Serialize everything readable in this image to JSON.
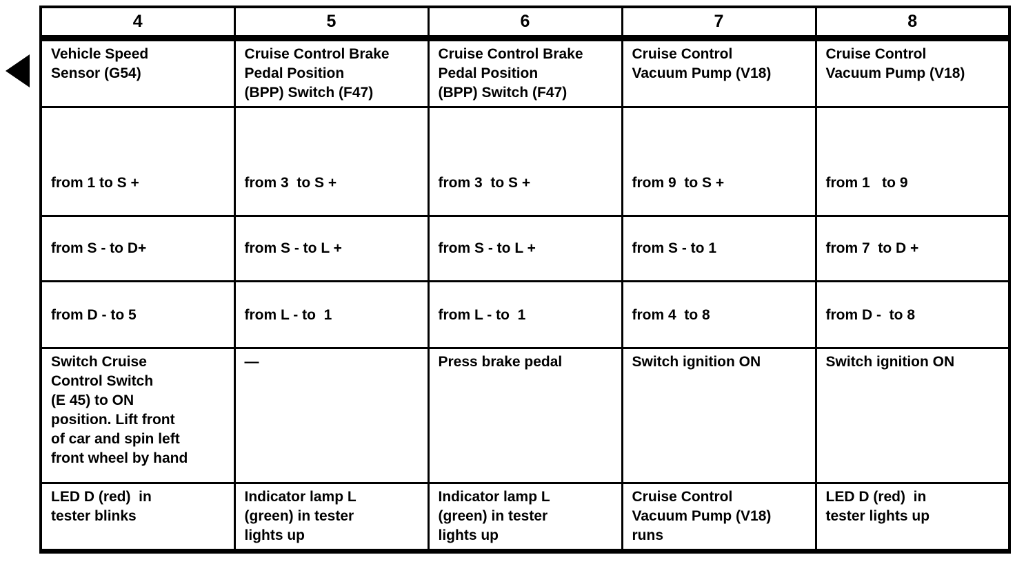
{
  "page": {
    "kind": "scanned manual diagnostic table",
    "paper_color": "#ffffff",
    "ink_color": "#000000"
  },
  "marker": {
    "icon": "left-pointing-triangle"
  },
  "table": {
    "column_headers": [
      "4",
      "5",
      "6",
      "7",
      "8"
    ],
    "rows": [
      {
        "name": "component",
        "cells": [
          "Vehicle Speed\nSensor (G54)",
          "Cruise Control Brake\nPedal Position\n(BPP) Switch (F47)",
          "Cruise Control Brake\nPedal Position\n(BPP) Switch (F47)",
          "Cruise Control\nVacuum Pump (V18)",
          "Cruise Control\nVacuum Pump (V18)"
        ]
      },
      {
        "name": "contact-step-1",
        "cells": [
          "from 1 to S +",
          "from 3  to S +",
          "from 3  to S +",
          "from 9  to S +",
          "from 1   to 9"
        ]
      },
      {
        "name": "contact-step-2",
        "cells": [
          "from S - to D+",
          "from S - to L +",
          "from S - to L +",
          "from S - to 1",
          "from 7  to D +"
        ]
      },
      {
        "name": "contact-step-3",
        "cells": [
          "from D - to 5",
          "from L - to  1",
          "from L - to  1",
          "from 4  to 8",
          "from D -  to 8"
        ]
      },
      {
        "name": "test-action",
        "cells": [
          "Switch Cruise\nControl Switch\n(E 45) to ON\nposition. Lift front\nof car and spin left\nfront wheel by hand",
          "—",
          "Press brake pedal",
          "Switch ignition ON",
          "Switch ignition ON"
        ]
      },
      {
        "name": "expected-result",
        "cells": [
          "LED D (red)  in\ntester blinks",
          "Indicator lamp L\n(green) in tester\nlights up",
          "Indicator lamp L\n(green) in tester\nlights up",
          "Cruise Control\nVacuum Pump (V18)\nruns",
          "LED D (red)  in\ntester lights up"
        ]
      }
    ]
  }
}
